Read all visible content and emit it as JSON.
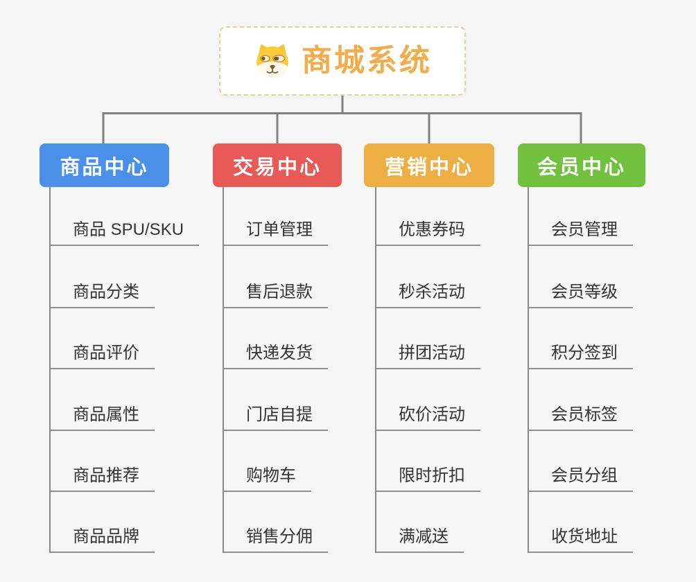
{
  "root": {
    "title": "商城系统",
    "icon": "shiba-dog-icon"
  },
  "branches": [
    {
      "label": "商品中心",
      "color": "#4A90E8",
      "items": [
        "商品 SPU/SKU",
        "商品分类",
        "商品评价",
        "商品属性",
        "商品推荐",
        "商品品牌"
      ]
    },
    {
      "label": "交易中心",
      "color": "#E85A57",
      "items": [
        "订单管理",
        "售后退款",
        "快递发货",
        "门店自提",
        "购物车",
        "销售分佣"
      ]
    },
    {
      "label": "营销中心",
      "color": "#EDAF43",
      "items": [
        "优惠券码",
        "秒杀活动",
        "拼团活动",
        "砍价活动",
        "限时折扣",
        "满减送"
      ]
    },
    {
      "label": "会员中心",
      "color": "#72C13E",
      "items": [
        "会员管理",
        "会员等级",
        "积分签到",
        "会员标签",
        "会员分组",
        "收货地址"
      ]
    }
  ],
  "colors": {
    "background": "#F6F6F6",
    "root_accent": "#F1AC4D",
    "root_border": "#F6C98E",
    "connector_line": "#808080",
    "trunk_line": "#8A8A8A",
    "underline": "#8E8E8E",
    "leaf_text": "#333333",
    "branch_text": "#FFFFFF"
  }
}
